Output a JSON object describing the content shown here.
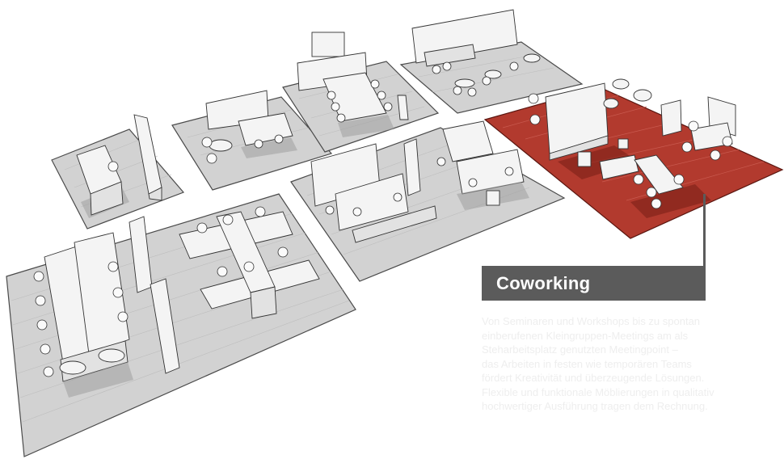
{
  "callout": {
    "title": "Coworking",
    "description_lines": [
      "Von Seminaren und Workshops bis zu spontan",
      "einberufenen Kleingruppen-Meetings am als",
      "Steharbeitsplatz genutzten Meetingpoint –",
      "das Arbeiten in festen wie temporären Teams",
      "fördert Kreativität und überzeugende Lösungen.",
      "Flexible und funktionale Möblierungen in qualitativ",
      "hochwertiger Ausführung tragen dem Rechnung."
    ]
  },
  "colors": {
    "highlight_floor": "#b23a2e",
    "grey_floor": "#d2d2d2",
    "callout_box": "#5b5b5b",
    "callout_text": "#ffffff",
    "description_text": "#eeeeee"
  }
}
